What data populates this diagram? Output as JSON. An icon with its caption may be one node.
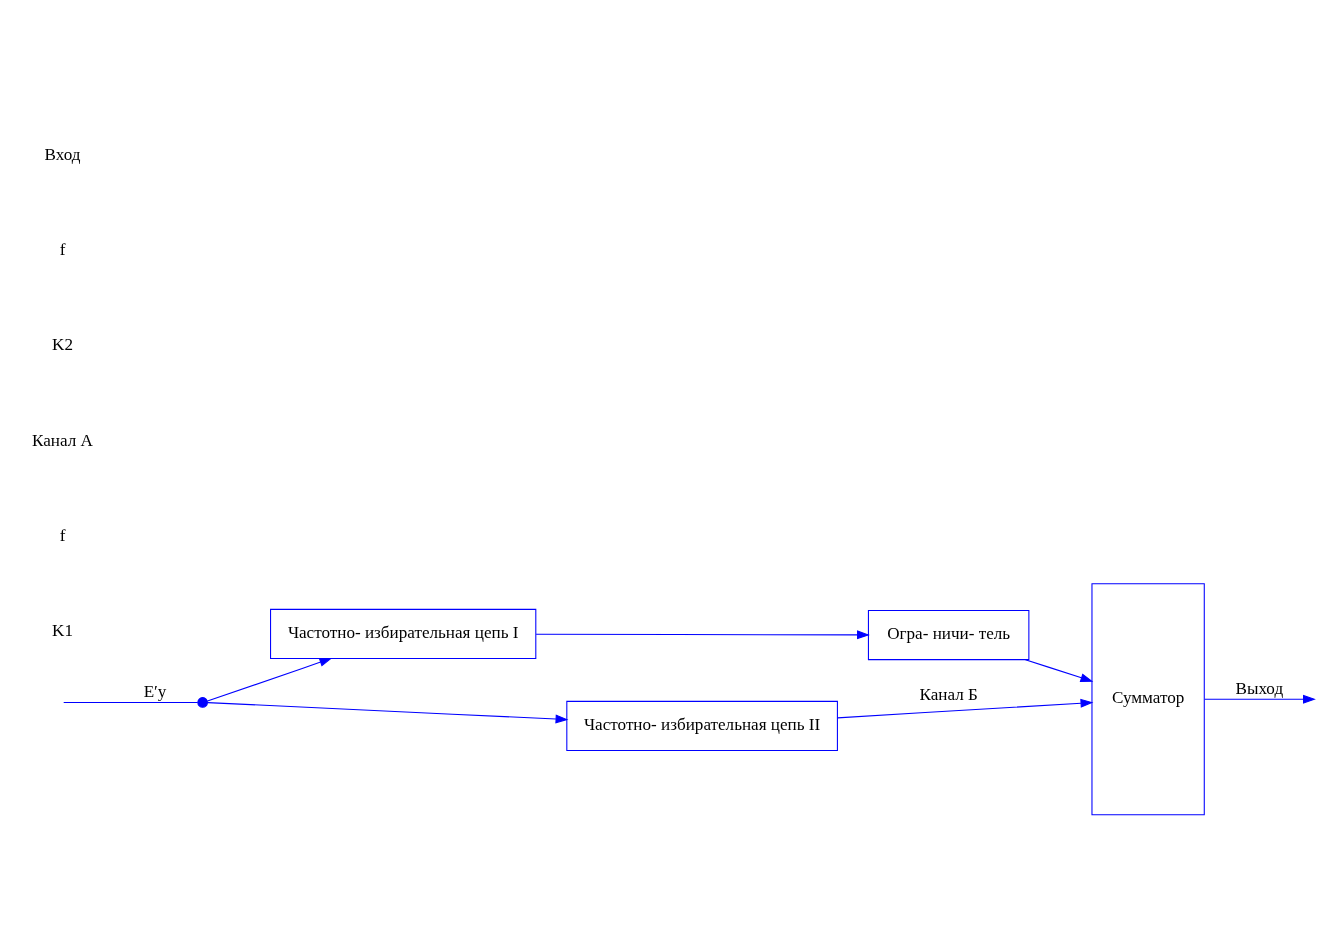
{
  "diagram": {
    "nodes": [
      {
        "text": [
          "Частотно- избирательная цепь I"
        ]
      },
      {
        "text": [
          "Огра- ничи- тель"
        ]
      },
      {
        "text": [
          "Частотно- избирательная цепь II"
        ]
      },
      {
        "text": [
          "Сумматор"
        ]
      },
      {
        "text": [],
        "shape": "circle"
      }
    ],
    "edges": [
      {
        "from": null,
        "to": 4,
        "arrow": "none",
        "label": "E′у"
      },
      {
        "from": 4,
        "to": 0,
        "arrow": "to"
      },
      {
        "from": 4,
        "to": 2,
        "arrow": "to"
      },
      {
        "from": 0,
        "to": 1,
        "arrow": "to"
      },
      {
        "from": 1,
        "to": 3,
        "arrow": "to"
      },
      {
        "from": 2,
        "to": 3,
        "arrow": "to",
        "label": "Канал Б"
      },
      {
        "from": 3,
        "to": null,
        "arrow": "to",
        "label": "Выход"
      }
    ],
    "labels": [
      "K1",
      "f",
      "Канал А",
      "K2",
      "f",
      "Вход"
    ]
  }
}
